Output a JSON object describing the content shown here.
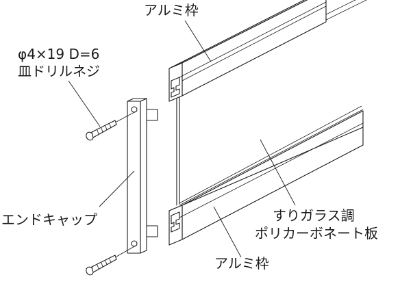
{
  "labels": {
    "aluminum_frame_top": "アルミ枠",
    "screw_line1": "φ4×19 D=6",
    "screw_line2": "皿ドリルネジ",
    "end_cap": "エンドキャップ",
    "panel_line1": "すりガラス調",
    "panel_line2": "ポリカーボネート板",
    "aluminum_frame_bottom": "アルミ枠"
  }
}
